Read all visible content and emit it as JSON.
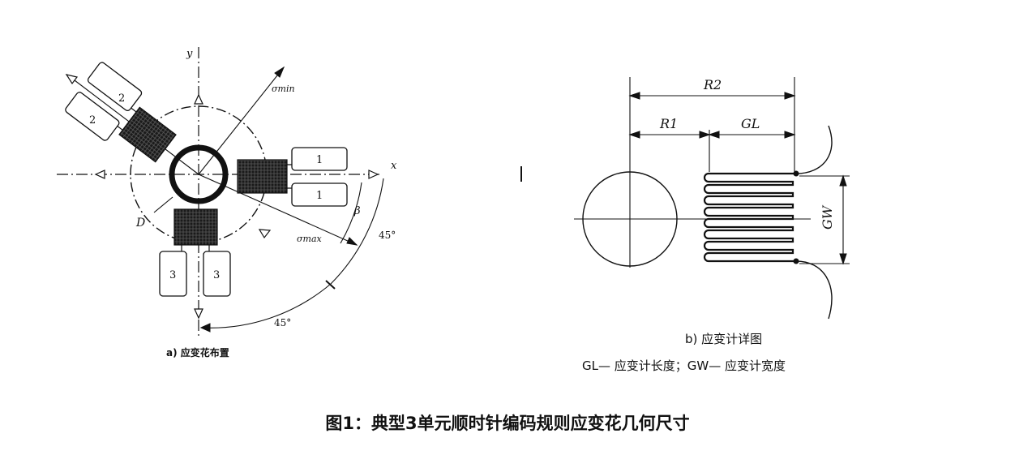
{
  "panel_a": {
    "axis_y": "y",
    "axis_x": "x",
    "sigma_min": "σmin",
    "sigma_max": "σmax",
    "beta": "β",
    "diameter": "D",
    "angle_upper": "45°",
    "angle_lower": "45°",
    "gauge_1a": "1",
    "gauge_1b": "1",
    "gauge_2a": "2",
    "gauge_2b": "2",
    "gauge_3a": "3",
    "gauge_3b": "3",
    "caption": "a) 应变花布置"
  },
  "panel_b": {
    "r2": "R2",
    "r1": "R1",
    "gl": "GL",
    "gw": "GW",
    "caption": "b) 应变计详图",
    "legend": "GL— 应变计长度；GW— 应变计宽度"
  },
  "figure_caption": "图1：典型3单元顺时针编码规则应变花几何尺寸"
}
